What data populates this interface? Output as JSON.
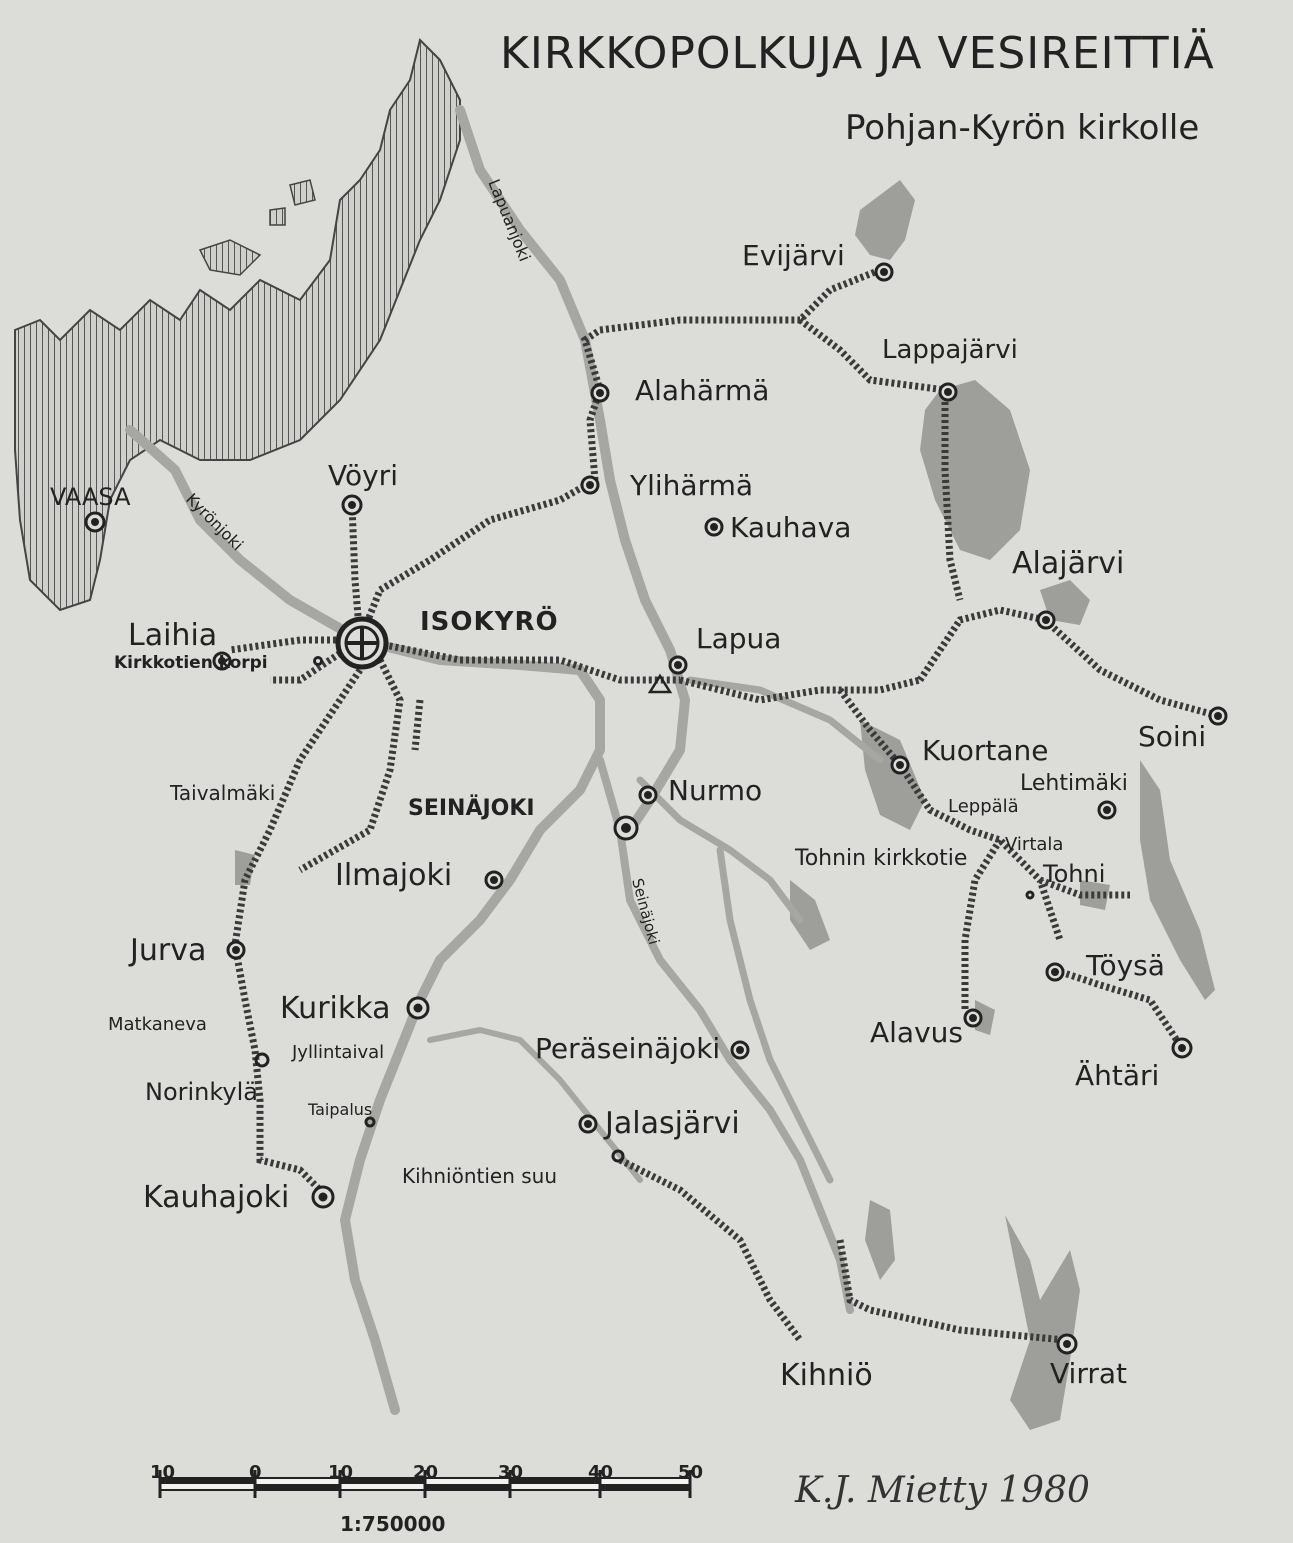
{
  "title": "KIRKKOPOLKUJA JA VESIREITTIÄ",
  "subtitle": "Pohjan-Kyrön kirkolle",
  "signature": "K.J. Mietty 1980",
  "scale": {
    "ticks": [
      "10",
      "0",
      "10",
      "20",
      "30",
      "40",
      "50"
    ],
    "ratio": "1:750000"
  },
  "places": [
    {
      "id": "isokyro",
      "label": "ISOKYRÖ"
    },
    {
      "id": "vaasa",
      "label": "VAASA"
    },
    {
      "id": "voyri",
      "label": "Vöyri"
    },
    {
      "id": "laihia",
      "label": "Laihia"
    },
    {
      "id": "kirkkotien-korpi",
      "label": "Kirkkotien korpi"
    },
    {
      "id": "alaharma",
      "label": "Alahärmä"
    },
    {
      "id": "yliharma",
      "label": "Ylihärmä"
    },
    {
      "id": "kauhava",
      "label": "Kauhava"
    },
    {
      "id": "evijarvi",
      "label": "Evijärvi"
    },
    {
      "id": "lappajarvi",
      "label": "Lappajärvi"
    },
    {
      "id": "alajarvi",
      "label": "Alajärvi"
    },
    {
      "id": "lapua",
      "label": "Lapua"
    },
    {
      "id": "soini",
      "label": "Soini"
    },
    {
      "id": "kuortane",
      "label": "Kuortane"
    },
    {
      "id": "lehtimaki",
      "label": "Lehtimäki"
    },
    {
      "id": "leppala",
      "label": "Leppälä"
    },
    {
      "id": "virtala",
      "label": "Virtala"
    },
    {
      "id": "tohni",
      "label": "Tohni"
    },
    {
      "id": "tohnin-kirkkotie",
      "label": "Tohnin kirkkotie"
    },
    {
      "id": "nurmo",
      "label": "Nurmo"
    },
    {
      "id": "seinajoki",
      "label": "SEINÄJOKI"
    },
    {
      "id": "taivalmaki",
      "label": "Taivalmäki"
    },
    {
      "id": "ilmajoki",
      "label": "Ilmajoki"
    },
    {
      "id": "jurva",
      "label": "Jurva"
    },
    {
      "id": "matkaneva",
      "label": "Matkaneva"
    },
    {
      "id": "kurikka",
      "label": "Kurikka"
    },
    {
      "id": "jyllintaival",
      "label": "Jyllintaival"
    },
    {
      "id": "peraseinajoki",
      "label": "Peräseinäjoki"
    },
    {
      "id": "norinkyla",
      "label": "Norinkylä"
    },
    {
      "id": "taipalus",
      "label": "Taipalus"
    },
    {
      "id": "jalasjarvi",
      "label": "Jalasjärvi"
    },
    {
      "id": "kihniontien-suu",
      "label": "Kihniöntien suu"
    },
    {
      "id": "kauhajoki",
      "label": "Kauhajoki"
    },
    {
      "id": "toysa",
      "label": "Töysä"
    },
    {
      "id": "alavus",
      "label": "Alavus"
    },
    {
      "id": "ahtari",
      "label": "Ähtäri"
    },
    {
      "id": "kihnio",
      "label": "Kihniö"
    },
    {
      "id": "virrat",
      "label": "Virrat"
    }
  ],
  "rivers": [
    {
      "id": "lapuanjoki",
      "label": "Lapuanjoki"
    },
    {
      "id": "kyronjoki",
      "label": "Kyrönjoki"
    },
    {
      "id": "seinajoki-river",
      "label": "Seinäjoki"
    }
  ],
  "colors": {
    "paper": "#dcdcd9",
    "water": "#9e9e9b",
    "path": "#3a3a3a",
    "ink": "#222222"
  }
}
